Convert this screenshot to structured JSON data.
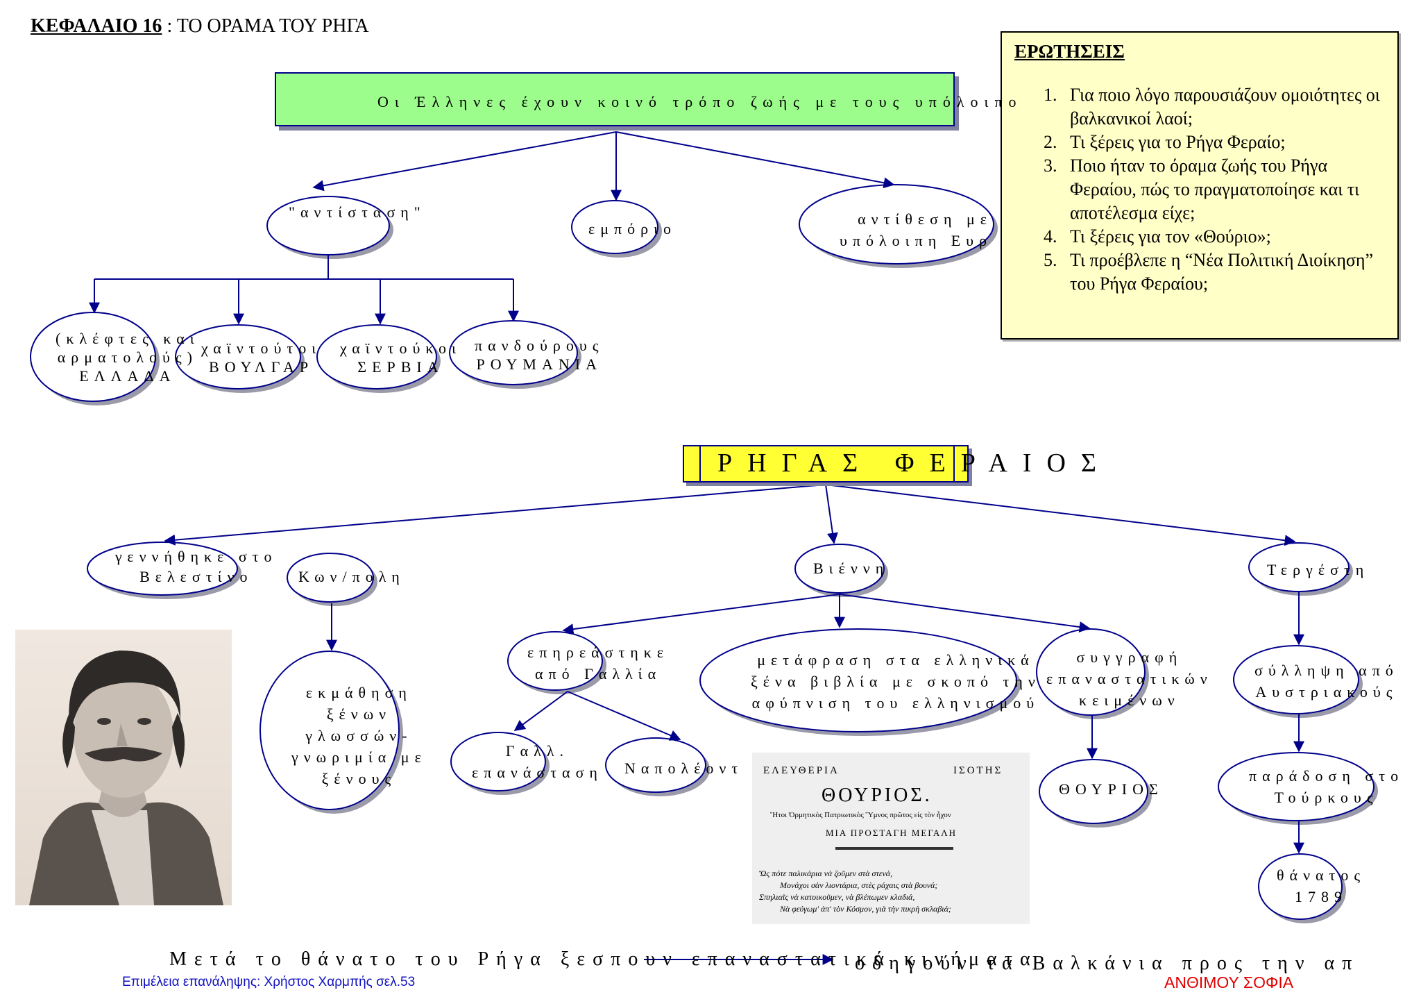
{
  "header": {
    "chapter": "ΚΕΦΑΛΑΙΟ 16",
    "separator": " : ",
    "title": "ΤΟ ΟΡΑΜΑ ΤΟΥ ΡΗΓΑ"
  },
  "questions": {
    "heading": "ΕΡΩΤΗΣΕΙΣ",
    "items": [
      "Για ποιο λόγο παρουσιάζουν ομοιότητες οι βαλκανικοί λαοί;",
      "Τι ξέρεις για το Ρήγα Φεραίο;",
      "Ποιο ήταν το όραμα ζωής του Ρήγα Φεραίου, πώς το πραγματοποίησε και τι αποτέλεσμα είχε;",
      "Τι ξέρεις για τον «Θούριο»;",
      "Τι προέβλεπε η “Νέα Πολιτική Διοίκηση” του Ρήγα Φεραίου;"
    ]
  },
  "top_tree": {
    "root": "Οι Έλληνες έχουν κοινό τρόπο ζωής με τους υπόλοιπο",
    "resistance": "\"αντίσταση\"",
    "trade": "εμπόριο",
    "contrast": "αντίθεση με\nυπόλοιπη Ευρ",
    "greece": "(κλέφτες και\nαρματολούς)\nΕΛΛΑΔΑ",
    "bulgaria": "χαϊντούτοι\nΒΟΥΛΓΑΡ",
    "serbia": "χαϊντούκοι\nΣΕΡΒΙΑ",
    "romania": "πανδούρους\nΡΟΥΜΑΝΙΑ"
  },
  "rigas_tree": {
    "root": "ΡΗΓΑΣ ΦΕΡΑΙΟΣ",
    "born": "γεννήθηκε στο\nΒελεστίνο",
    "konpoli": "Κων/πολη",
    "languages": "εκμάθηση\nξένων\nγλωσσών-\nγνωριμία με\nξένους",
    "vienna": "Βιέννη",
    "influenced": "επηρεάστηκε\nαπό Γαλλία",
    "french_rev": "Γαλλ.\nεπανάσταση",
    "napoleon": "Ναπολέοντ",
    "translation": "μετάφραση στα ελληνικά\nξένα βιβλία με σκοπό την\nαφύπνιση του ελληνισμού",
    "writing": "συγγραφή\nεπαναστατικών\nκειμένων",
    "thourios": "ΘΟΥΡΙΟΣ",
    "trieste": "Τεργέστη",
    "arrest": "σύλληψη από\nΑυστριακούς",
    "handover": "παράδοση στο\nΤούρκους",
    "death": "θάνατος\n1789"
  },
  "thourios_image": {
    "left_word": "ΕΛΕΥΘΕΡΙΑ",
    "right_word": "ΙΣΟΤΗΣ",
    "title": "ΘΟΥΡΙΟΣ.",
    "subtitle": "Ἤτοι Ὀρμητικὸς Πατριωτικὸς Ὕμνος πρῶτος εἰς τὸν ἦχον",
    "heading": "ΜΙΑ ΠΡΟΣΤΑΓΗ ΜΕΓΑΛΗ",
    "verse": [
      "Ὥς πότε παλικάρια νὰ ζοῦμεν στὰ στενά,",
      "Μονάχοι σὰν λιοντάρια, στὲς ράχαις στὰ βουνά;",
      "Σπηλιαῖς νὰ κατοικοῦμεν, νὰ βλέπωμεν κλαδιά,",
      "Νὰ φεύγωμ' ἀπ' τὸν Κόσμον, γιὰ τὴν πικρὴ σκλαβιά;"
    ]
  },
  "bottom": {
    "line_left": "Μετά το θάνατο του Ρήγα ξεσπουν επαναστατικά κινήματα",
    "line_right": "οδηγούν τα Βαλκάνια προς την απ",
    "credit": "Επιμέλεια επανάληψης: Χρήστος Χαρμπής σελ.53",
    "author": "ΑΝΘΙΜΟΥ ΣΟΦΙΑ"
  },
  "colors": {
    "node_border": "#00008b",
    "green_box": "#9cfc8c",
    "yellow_box": "#ffff33",
    "question_bg": "#ffffc8",
    "credit": "#1010c0",
    "author": "#e00000"
  }
}
